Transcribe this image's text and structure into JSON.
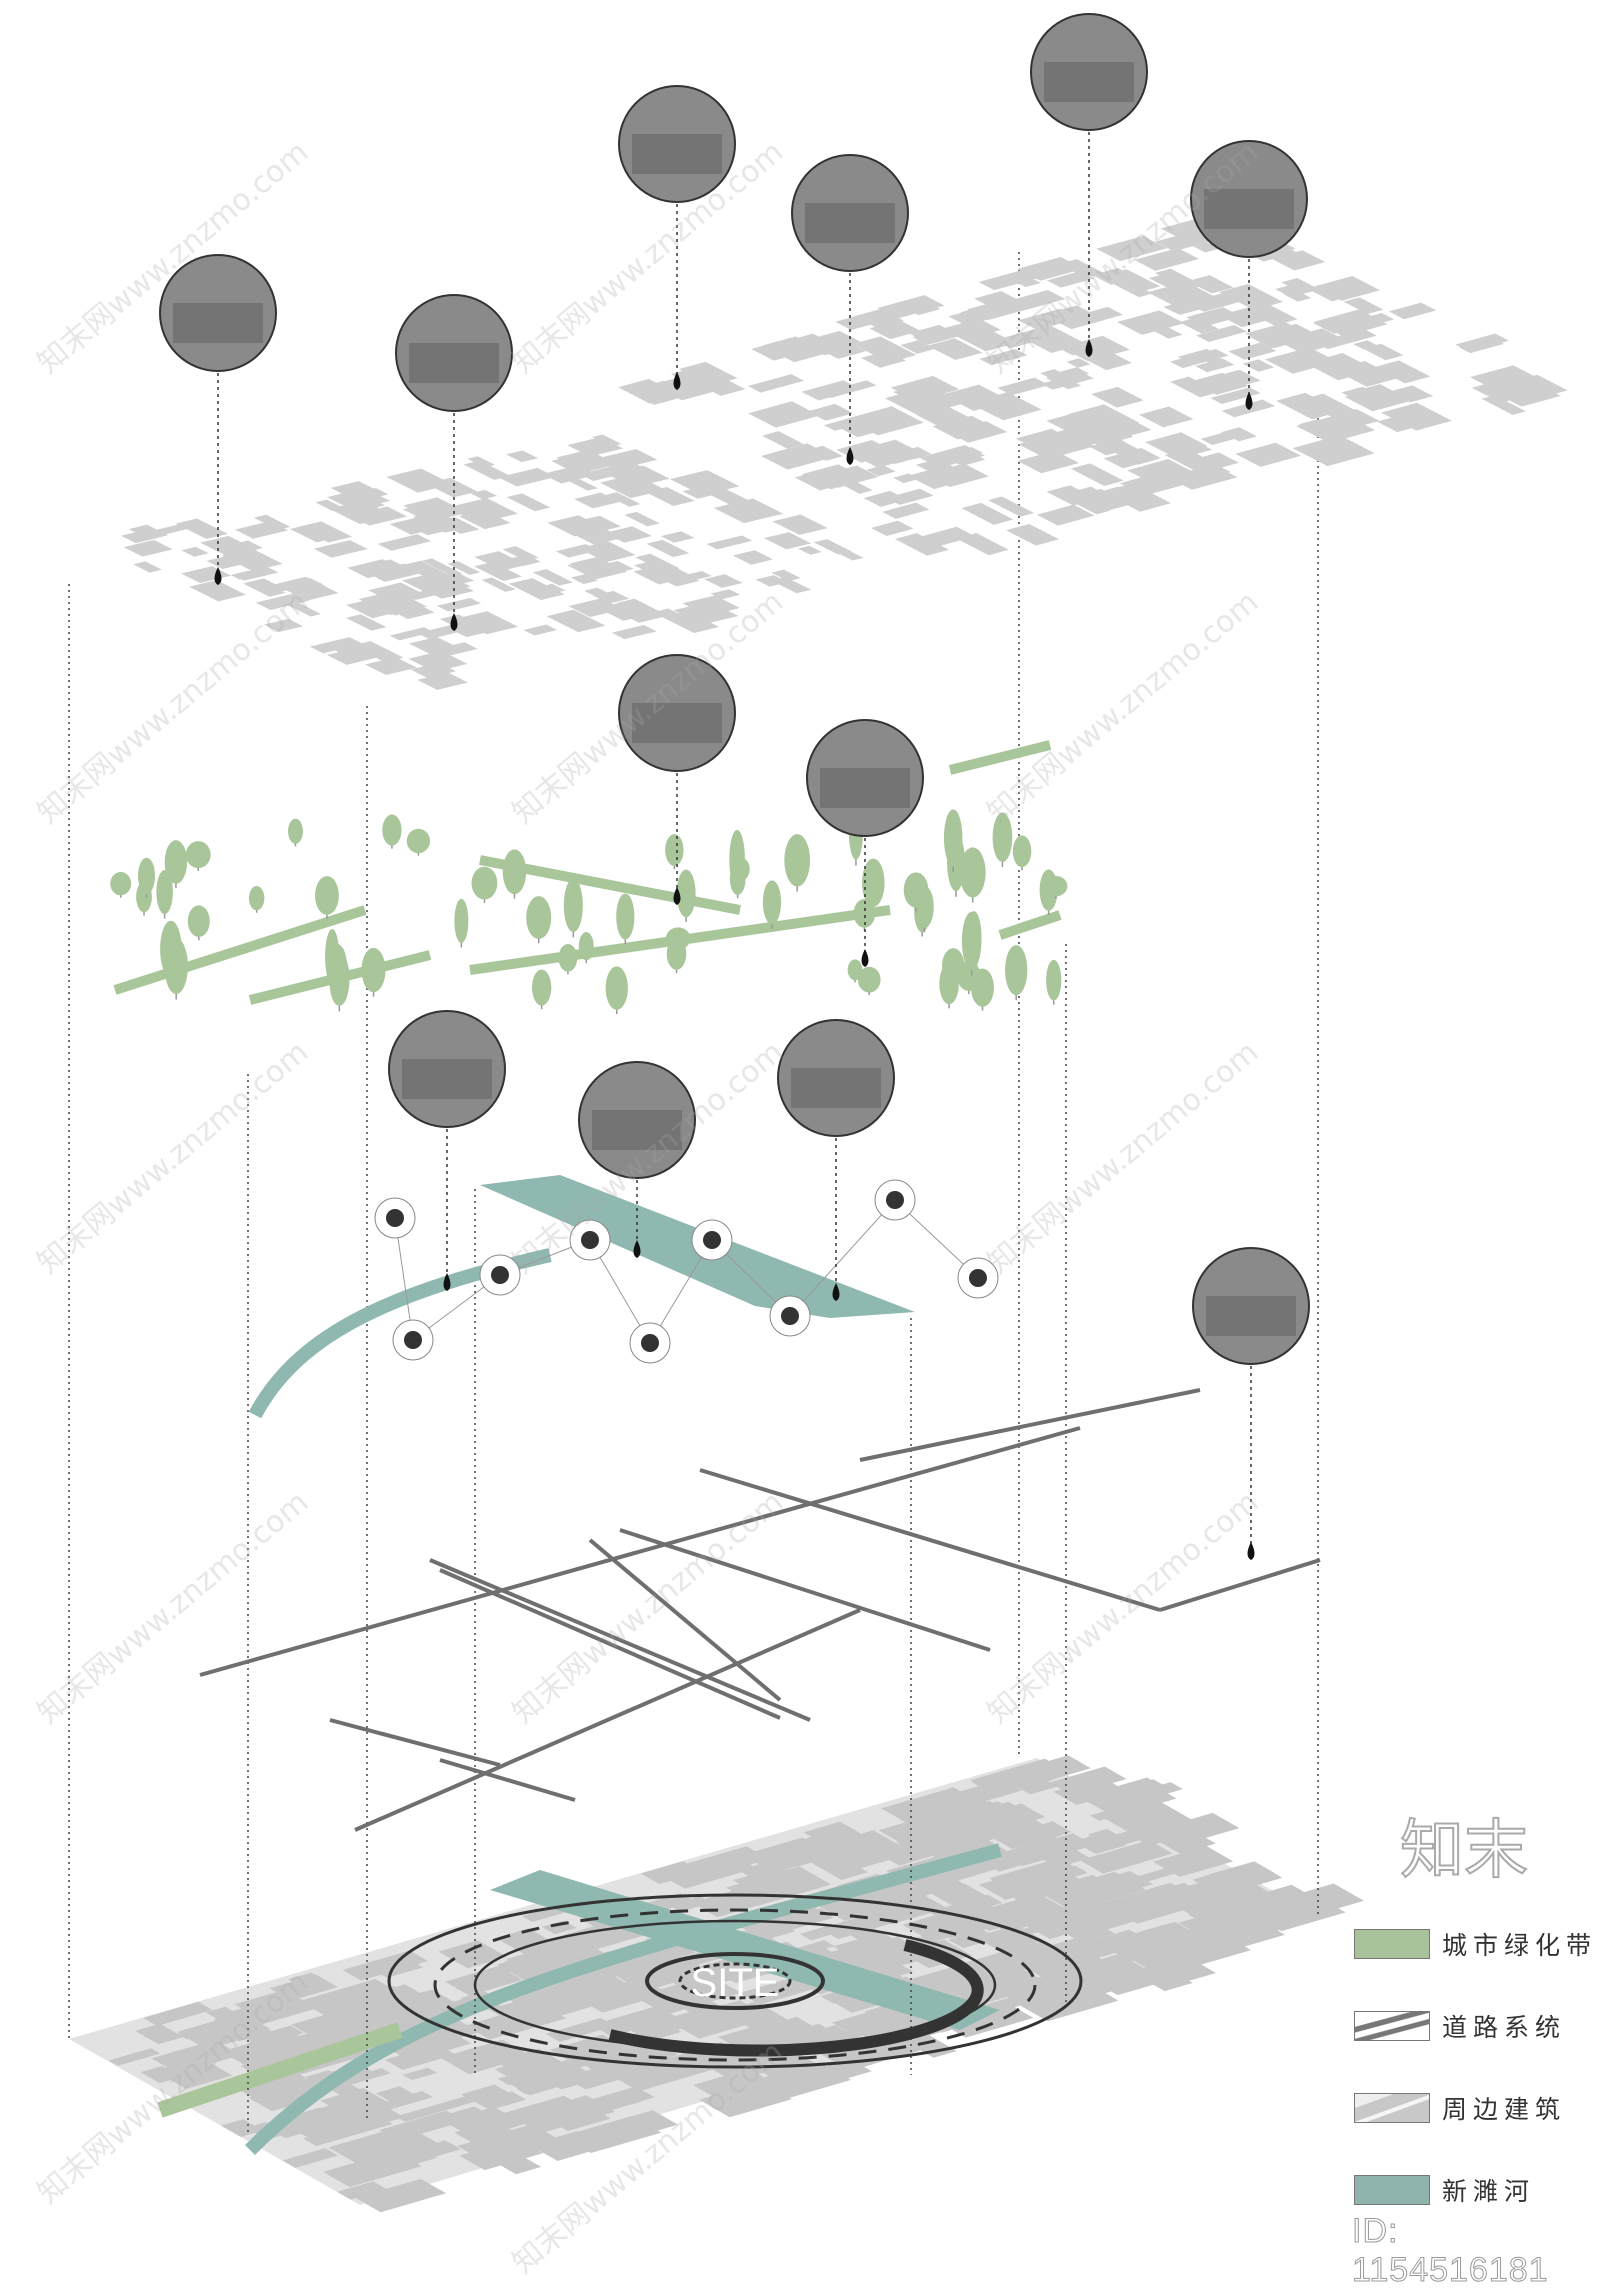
{
  "title": "Site context exploded axonometric analysis",
  "site_label": "SITE",
  "legend": [
    {
      "label": "城市绿化带",
      "color": "#a9c29a"
    },
    {
      "label": "道路系统",
      "color": "#ffffff"
    },
    {
      "label": "周边建筑",
      "color": "#f0f0f0"
    },
    {
      "label": "新濉河",
      "color": "#8fb3ad"
    }
  ],
  "watermark": "知末网www.znzmo.com",
  "logo": "知末",
  "id_text": "ID: 1154516181",
  "colors": {
    "building": "#cfcfcf",
    "green": "#a9c69a",
    "river": "#8fb8b0",
    "road": "#6f6f6f",
    "base": "#e2e2e2",
    "photo": "#8a8a8a"
  },
  "photos": [
    {
      "name": "photo-residential-buildings",
      "layer": "buildings"
    },
    {
      "name": "photo-museum",
      "layer": "buildings"
    },
    {
      "name": "photo-school-gate",
      "layer": "buildings"
    },
    {
      "name": "photo-modern-building",
      "layer": "buildings"
    },
    {
      "name": "photo-government-building",
      "layer": "buildings"
    },
    {
      "name": "photo-office-building",
      "layer": "buildings"
    },
    {
      "name": "photo-park",
      "layer": "green"
    },
    {
      "name": "photo-woodland",
      "layer": "green"
    },
    {
      "name": "photo-riverbank",
      "layer": "river"
    },
    {
      "name": "photo-bridge",
      "layer": "river"
    },
    {
      "name": "photo-embankment",
      "layer": "river"
    },
    {
      "name": "photo-street",
      "layer": "roads"
    }
  ]
}
